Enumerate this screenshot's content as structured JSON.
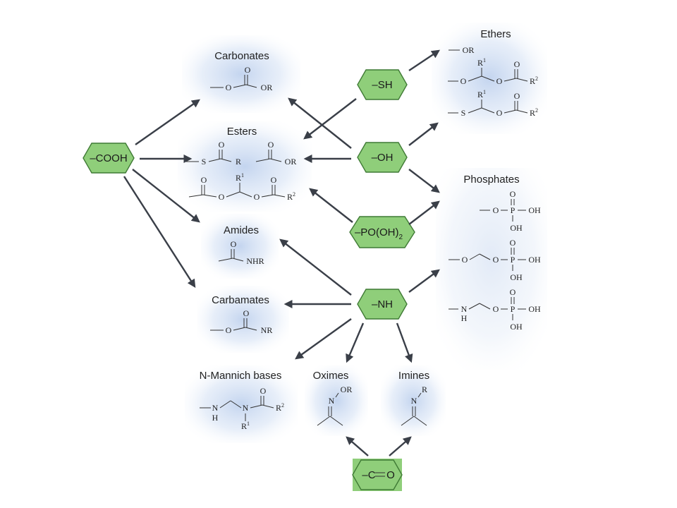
{
  "hexagons": {
    "cooh": "–COOH",
    "sh": "–SH",
    "oh": "–OH",
    "po": "–PO(OH)",
    "po_sub": "2",
    "nh": "–NH",
    "co_left": "–C",
    "co_right": "O"
  },
  "groups": {
    "carbonates": "Carbonates",
    "esters": "Esters",
    "amides": "Amides",
    "carbamates": "Carbamates",
    "mannich": "N-Mannich bases",
    "oximes": "Oximes",
    "imines": "Imines",
    "ethers": "Ethers",
    "phosphates": "Phosphates"
  },
  "atoms": {
    "O": "O",
    "OR": "OR",
    "R": "R",
    "S": "S",
    "P": "P",
    "N": "N",
    "H": "H",
    "OH": "OH",
    "NHR": "NHR",
    "NR": "NR",
    "R1": "R",
    "R2": "R",
    "sup1": "1",
    "sup2": "2"
  },
  "colors": {
    "hex_fill": "#8fce7a",
    "hex_stroke": "#3f7a35",
    "halo": "#c9d9f0",
    "arrow": "#3a3f48"
  }
}
